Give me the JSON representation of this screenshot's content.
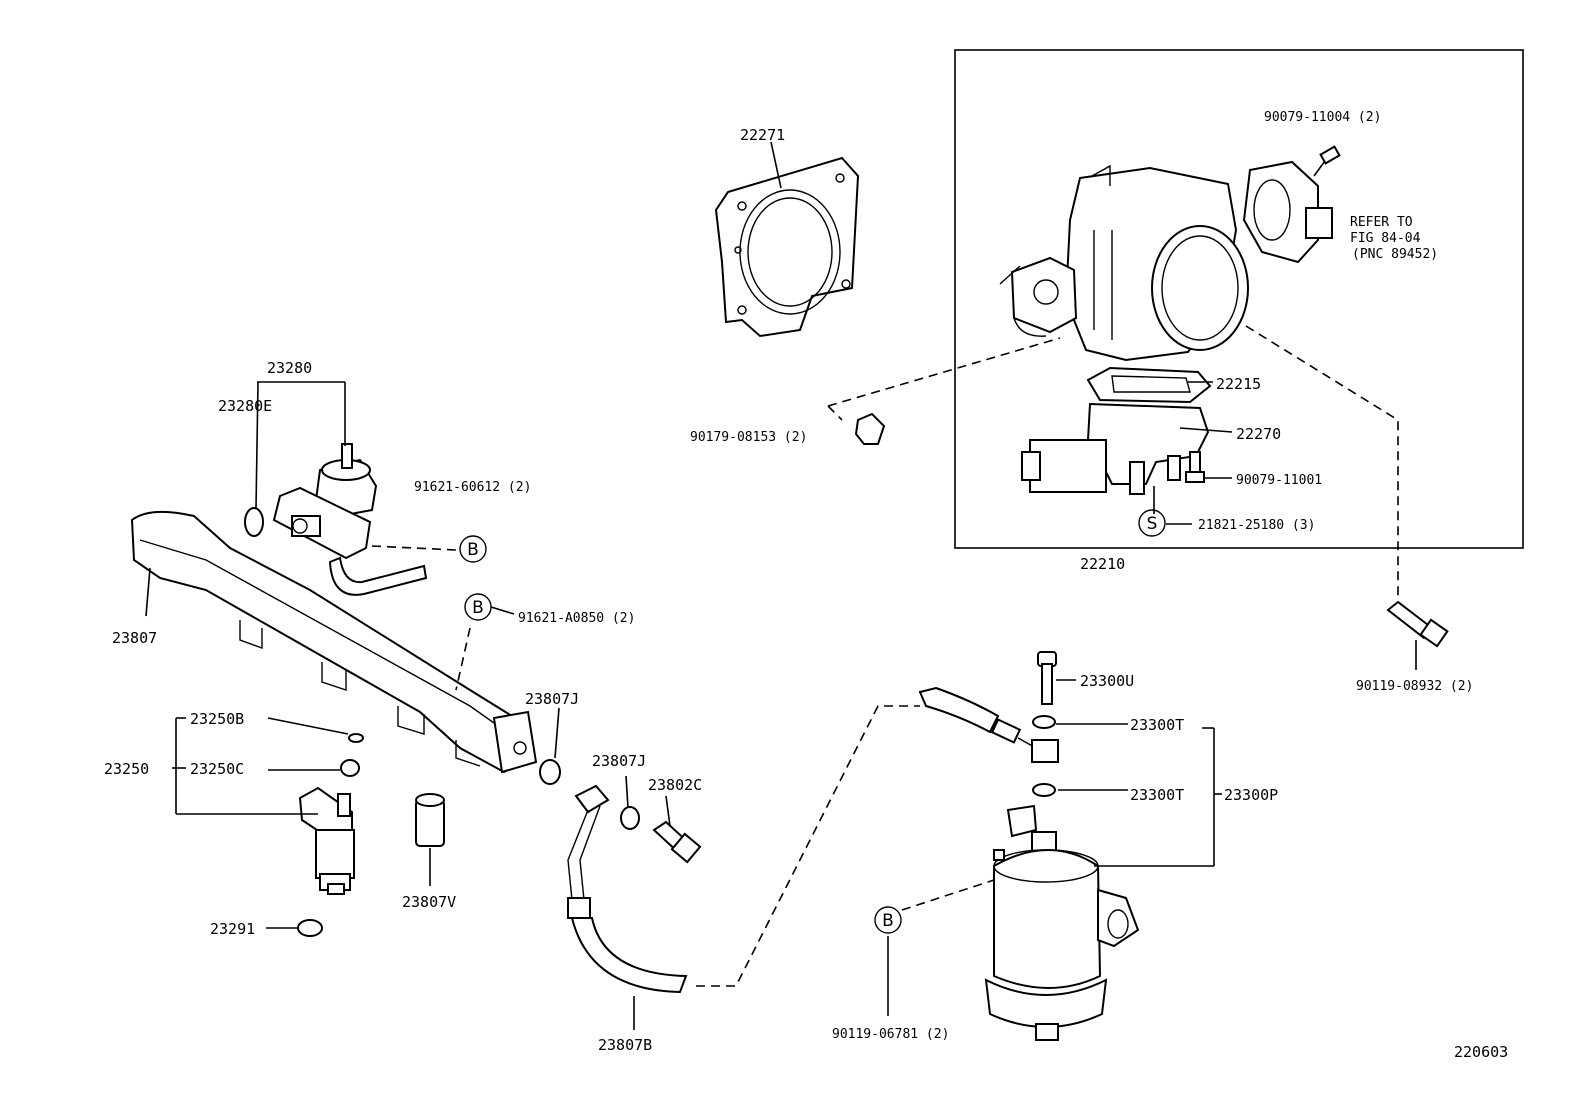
{
  "diagram_id": "220603",
  "labels": {
    "p22271": "22271",
    "p90079_11004": "90079-11004 (2)",
    "refer1": "REFER TO",
    "refer2": "FIG 84-04",
    "refer3": "(PNC 89452)",
    "p23280": "23280",
    "p23280e": "23280E",
    "p91621_60612": "91621-60612 (2)",
    "p22215": "22215",
    "p90179_08153": "90179-08153 (2)",
    "p22270": "22270",
    "p90079_11001": "90079-11001",
    "p21821_25180": "21821-25180 (3)",
    "p22210": "22210",
    "p23807": "23807",
    "p91621_a0850": "91621-A0850 (2)",
    "p90119_08932": "90119-08932 (2)",
    "p23807j_a": "23807J",
    "p23300u": "23300U",
    "p23250b": "23250B",
    "p23300t_a": "23300T",
    "p23807j_b": "23807J",
    "p23250": "23250",
    "p23250c": "23250C",
    "p23802c": "23802C",
    "p23300t_b": "23300T",
    "p23300p": "23300P",
    "p23807v": "23807V",
    "p23291": "23291",
    "p90119_06781": "90119-06781 (2)",
    "p23807b": "23807B",
    "mark_b": "B",
    "mark_s": "S"
  }
}
